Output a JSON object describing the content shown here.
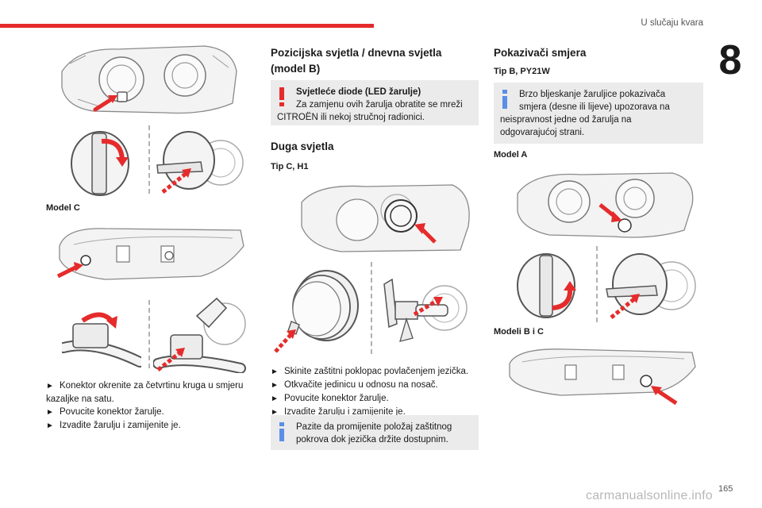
{
  "header": {
    "section_title": "U slučaju kvara",
    "chapter_number": "8",
    "page_number": "165",
    "accent_color": "#e52b2b"
  },
  "watermark": "carmanualsonline.info",
  "col1": {
    "model_c_label": "Model C",
    "bullets": [
      "Konektor okrenite za četvrtinu kruga u smjeru kazaljke na satu.",
      "Povucite konektor žarulje.",
      "Izvadite žarulju i zamijenite je."
    ]
  },
  "col2": {
    "title_line1": "Pozicijska svjetla / dnevna svjetla",
    "title_line2": "(model B)",
    "warning": {
      "icon": "exclamation-icon",
      "title": "Svjetleće diode (LED žarulje)",
      "line1": "Za zamjenu ovih žarulja obratite se mreži",
      "line2": "CITROËN ili nekoj stručnoj radionici."
    },
    "high_beam_title": "Duga svjetla",
    "high_beam_type": "Tip C, H1",
    "bullets": [
      "Skinite zaštitni poklopac povlačenjem jezička.",
      "Otkvačite jedinicu u odnosu na nosač.",
      "Povucite konektor žarulje.",
      "Izvadite žarulju i zamijenite je."
    ],
    "info": {
      "icon": "info-icon",
      "line1": "Pazite da promijenite položaj zaštitnog",
      "line2": "pokrova dok jezička držite dostupnim."
    }
  },
  "col3": {
    "title": "Pokazivači smjera",
    "type": "Tip B, PY21W",
    "info": {
      "icon": "info-icon",
      "line1": "Brzo bljeskanje žaruljice pokazivača",
      "line2": "smjera (desne ili lijeve) upozorava na",
      "line3": "neispravnost jedne od žarulja na",
      "line4": "odgovarajućoj strani."
    },
    "model_a_label": "Model A",
    "model_bc_label": "Modeli B i C"
  },
  "bullet_glyph": "►"
}
